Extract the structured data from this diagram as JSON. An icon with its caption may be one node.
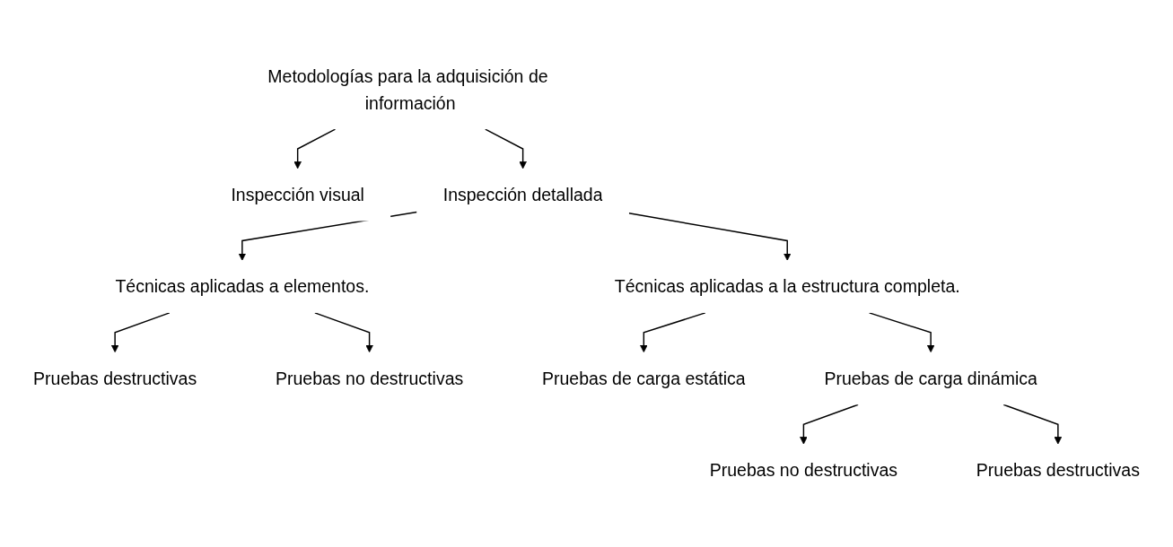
{
  "diagram": {
    "nodes": [
      {
        "text": [
          "Metodologías para la adquisición de información"
        ]
      },
      {
        "text": [
          "Inspección visual"
        ]
      },
      {
        "text": [
          "Inspección detallada"
        ]
      },
      {
        "text": [
          "Técnicas aplicadas a elementos."
        ]
      },
      {
        "text": [
          "Técnicas aplicadas a la estructura completa."
        ]
      },
      {
        "text": [
          "Pruebas destructivas"
        ]
      },
      {
        "text": [
          "Pruebas no destructivas"
        ]
      },
      {
        "text": [
          "Pruebas de carga estática"
        ]
      },
      {
        "text": [
          "Pruebas de carga dinámica"
        ]
      },
      {
        "text": [
          "Pruebas no destructivas"
        ]
      },
      {
        "text": [
          "Pruebas destructivas"
        ]
      }
    ],
    "edges": [
      {
        "from": 0,
        "to": 1,
        "arrow": "to"
      },
      {
        "from": 0,
        "to": 2,
        "arrow": "to"
      },
      {
        "from": 2,
        "to": 3,
        "arrow": "to"
      },
      {
        "from": 2,
        "to": 4,
        "arrow": "to"
      },
      {
        "from": 3,
        "to": 5,
        "arrow": "to"
      },
      {
        "from": 3,
        "to": 6,
        "arrow": "to"
      },
      {
        "from": 4,
        "to": 7,
        "arrow": "to"
      },
      {
        "from": 4,
        "to": 8,
        "arrow": "to"
      },
      {
        "from": 8,
        "to": 9,
        "arrow": "to"
      },
      {
        "from": 8,
        "to": 10,
        "arrow": "to"
      }
    ]
  }
}
